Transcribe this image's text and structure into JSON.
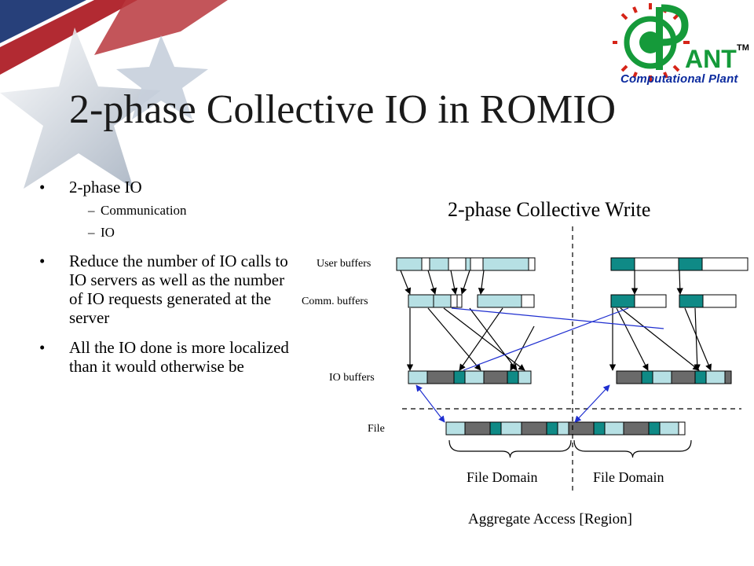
{
  "slide": {
    "title": "2-phase Collective IO in ROMIO"
  },
  "logo": {
    "text": "Computational Plant",
    "mark": "TM",
    "icon": "plant-logo-icon"
  },
  "bullets": [
    {
      "text": "2-phase IO",
      "sub": [
        "Communication",
        "IO"
      ]
    },
    {
      "text": "Reduce the number of IO calls to IO servers as well as the number of IO requests generated at the server",
      "sub": []
    },
    {
      "text": "All the IO done is more localized than it would otherwise be",
      "sub": []
    }
  ],
  "diagram": {
    "title": "2-phase Collective Write",
    "row_labels": {
      "user": "User buffers",
      "comm": "Comm. buffers",
      "io": "IO buffers",
      "file": "File"
    },
    "domain_labels": [
      "File Domain",
      "File Domain"
    ],
    "caption": "Aggregate Access [Region]",
    "colors": {
      "light": "#b6e0e4",
      "teal": "#0f8a86",
      "gray": "#6a6a6a",
      "white": "#ffffff",
      "arrow": "#000000",
      "cross": "#1f2fd0"
    }
  }
}
